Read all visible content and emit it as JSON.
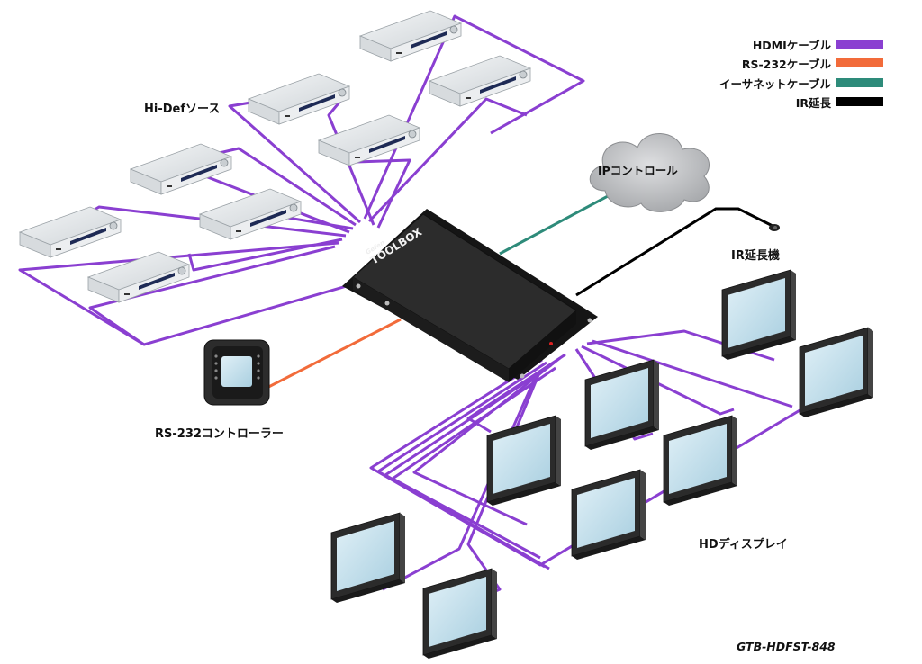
{
  "legend": [
    {
      "label": "HDMIケーブル",
      "color": "#8a3fd1"
    },
    {
      "label": "RS-232ケーブル",
      "color": "#f26b3a"
    },
    {
      "label": "イーサネットケーブル",
      "color": "#2e8b7a"
    },
    {
      "label": "IR延長",
      "color": "#000000"
    }
  ],
  "labels": {
    "sources": "Hi-Defソース",
    "ip_control": "IPコントロール",
    "ir_extender": "IR延長機",
    "rs232_controller": "RS-232コントローラー",
    "displays": "HDディスプレイ",
    "model": "GTB-HDFST-848",
    "device_brand_line1": "Gefen",
    "device_brand_line2": "TOOLBOX"
  },
  "colors": {
    "hdmi": "#8a3fd1",
    "rs232": "#f26b3a",
    "ethernet": "#2e8b7a",
    "ir": "#000000",
    "screen": "#c9e3ef",
    "bezel": "#2b2b2b",
    "source_body": "#e6e9ec",
    "switch_body": "#2a2a2a",
    "cloud": "#c8c9cb"
  }
}
